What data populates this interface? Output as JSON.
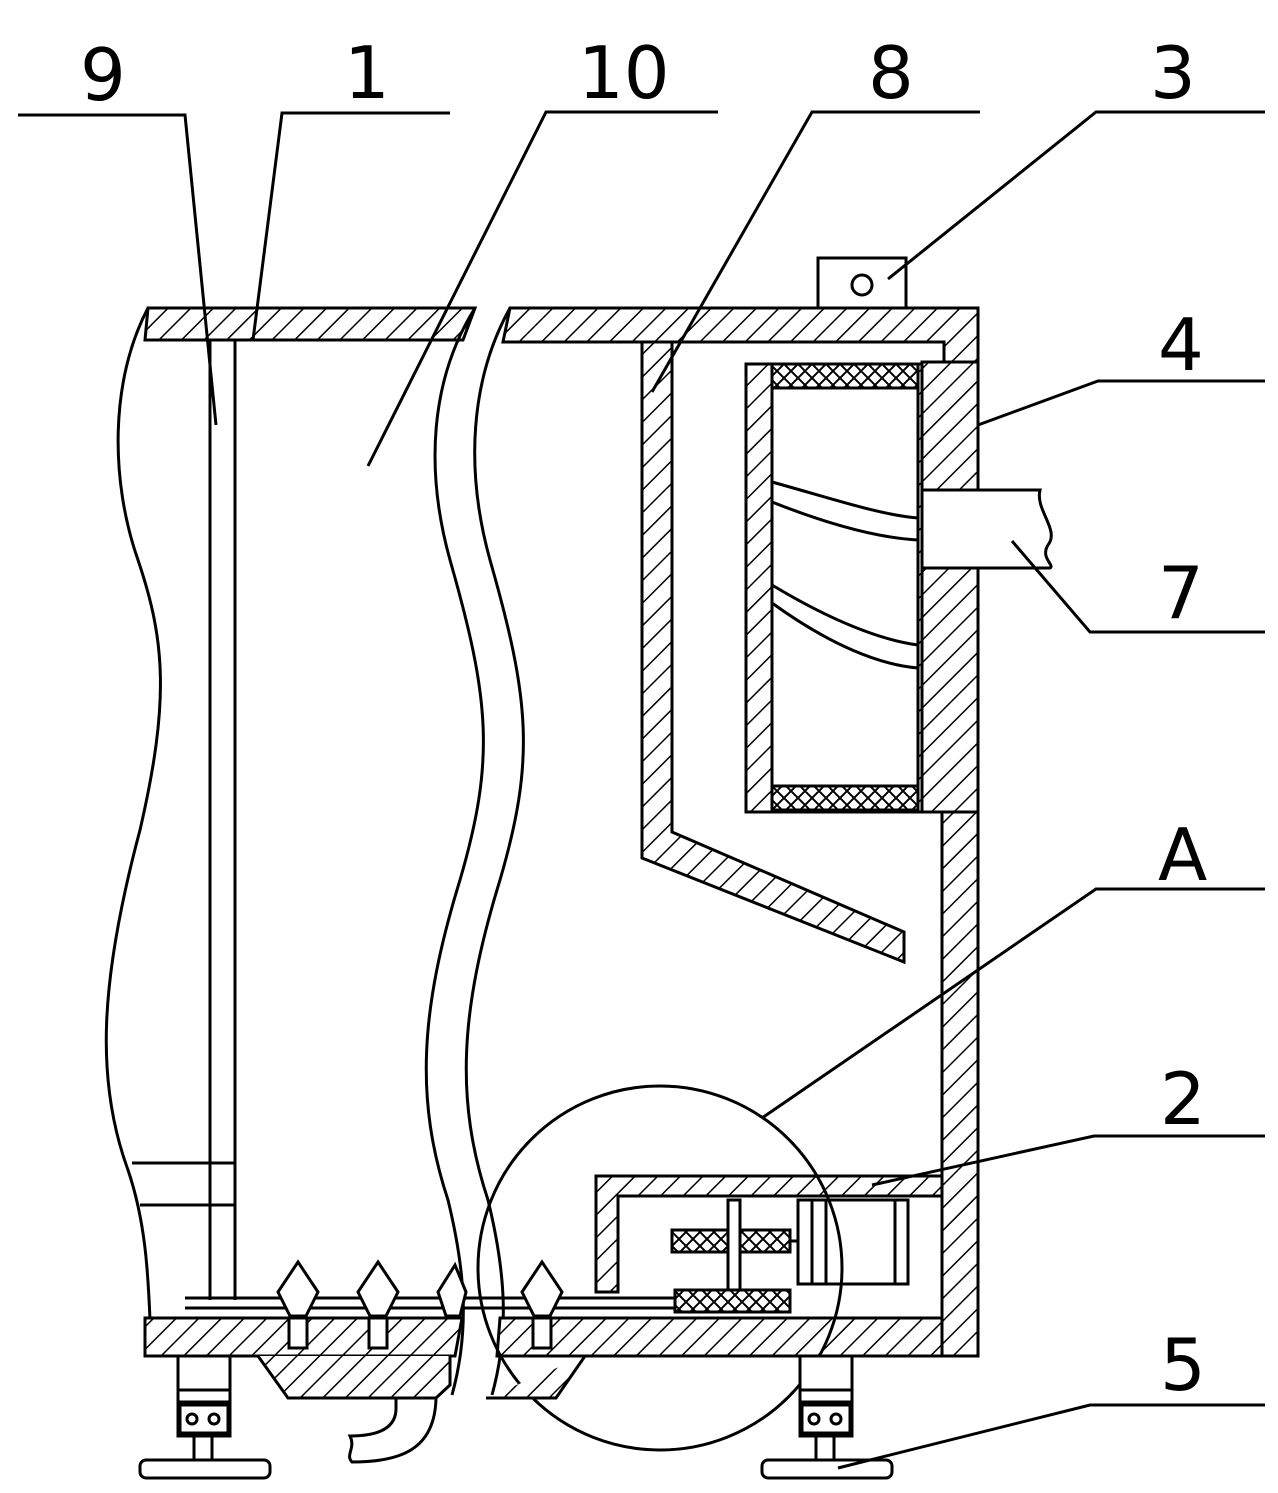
{
  "figure": {
    "style": {
      "line_color": "#000000",
      "background": "#ffffff"
    },
    "labels": {
      "n9": "9",
      "n1": "1",
      "n10": "10",
      "n8": "8",
      "n3": "3",
      "n4": "4",
      "n7": "7",
      "nA": "A",
      "n2": "2",
      "n5": "5"
    }
  }
}
